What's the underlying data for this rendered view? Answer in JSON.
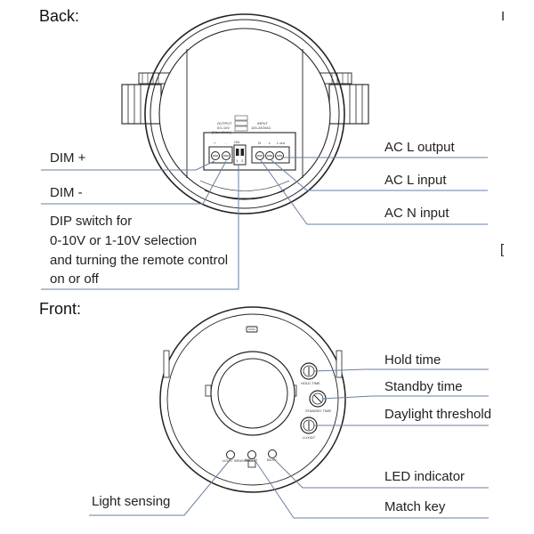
{
  "headings": {
    "back": "Back:",
    "front": "Front:"
  },
  "back_labels": {
    "dim_plus": "DIM +",
    "dim_minus": "DIM -",
    "dip_line1": "DIP switch for",
    "dip_line2": "0-10V or 1-10V selection",
    "dip_line3": "and turning the remote control",
    "dip_line4": "on or off",
    "ac_l_output": "AC L  output",
    "ac_l_input": "AC L input",
    "ac_n_input": "AC N input"
  },
  "front_labels": {
    "hold_time": "Hold time",
    "standby_time": "Standby time",
    "daylight_threshold": "Daylight threshold",
    "led_indicator": "LED  indicator",
    "match_key": "Match key",
    "light_sensing": "Light sensing"
  },
  "board_text": {
    "output": "OUTPUT",
    "output_range": "0/1-10V",
    "output_max": "(Max.10mA)",
    "plus": "+",
    "minus": "-",
    "on": "ON",
    "sw1": "1",
    "sw2": "2",
    "input": "INPUT",
    "input_range": "100-240VAC",
    "n": "N",
    "l": "L",
    "lout": "L out"
  },
  "device_text": {
    "hold_small": "HOLD TIME",
    "standby_small": "STANDBY TIME",
    "lux_small": "LUX/DT",
    "light_small": "LIGHT SENSING",
    "match_small": "MATCH",
    "busy_small": "BUSY"
  },
  "edge_marks": {
    "top_right": "I",
    "mid_right": "["
  },
  "colors": {
    "leader": "#6a7fa0",
    "outline": "#222222"
  }
}
